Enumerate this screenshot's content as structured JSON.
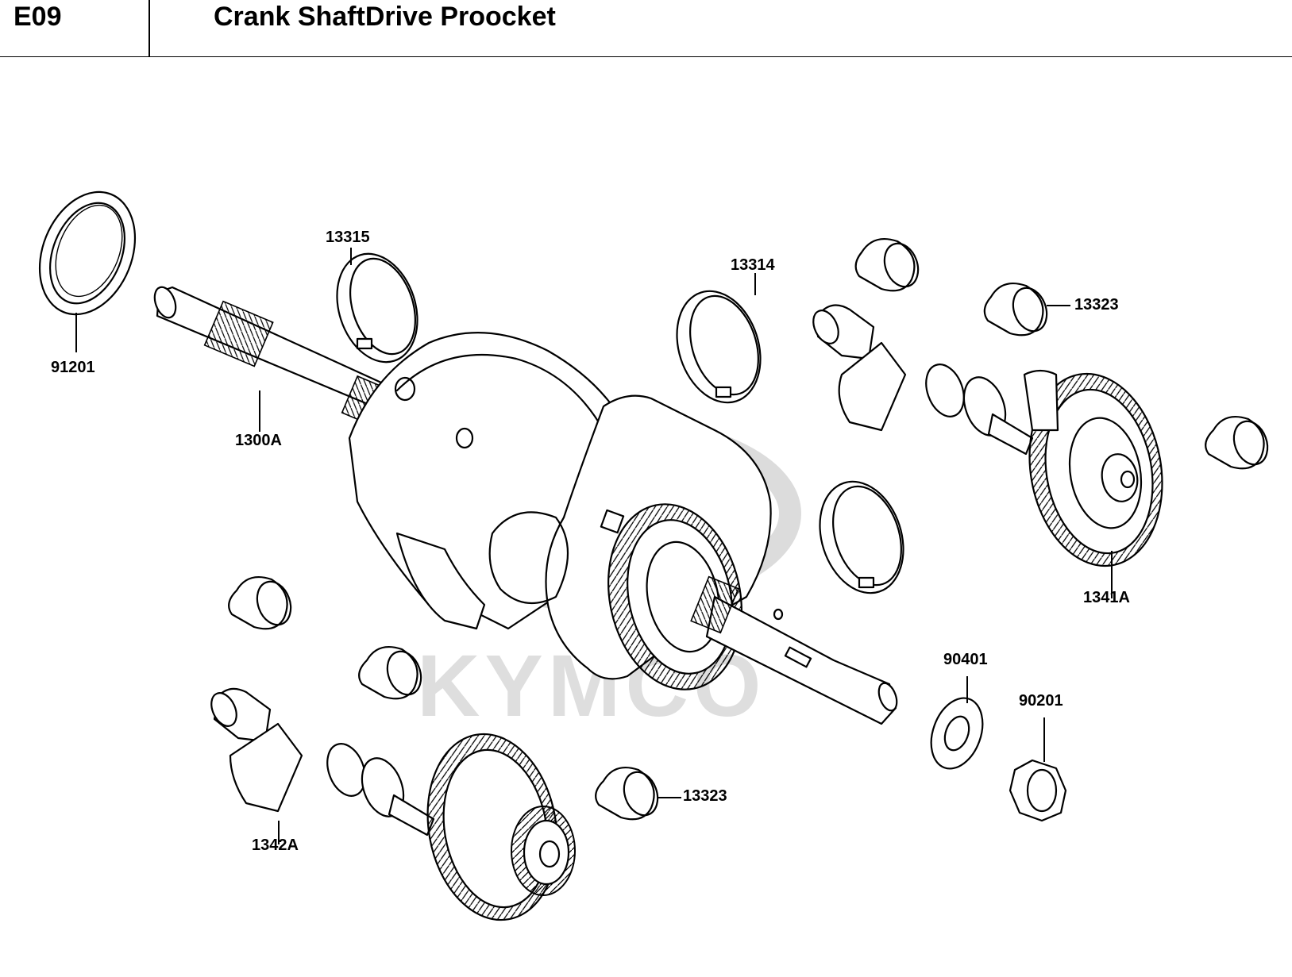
{
  "header": {
    "code": "E09",
    "title": "Crank ShaftDrive Proocket"
  },
  "watermark": {
    "text": "KYMCO"
  },
  "parts": [
    {
      "id": "91201"
    },
    {
      "id": "13315"
    },
    {
      "id": "1300A"
    },
    {
      "id": "13314"
    },
    {
      "id": "13323"
    },
    {
      "id": "1341A"
    },
    {
      "id": "90401"
    },
    {
      "id": "90201"
    },
    {
      "id": "1342A"
    },
    {
      "id": "13323"
    }
  ],
  "colors": {
    "line": "#000000",
    "background": "#ffffff",
    "watermark": "#d9d9d9"
  }
}
